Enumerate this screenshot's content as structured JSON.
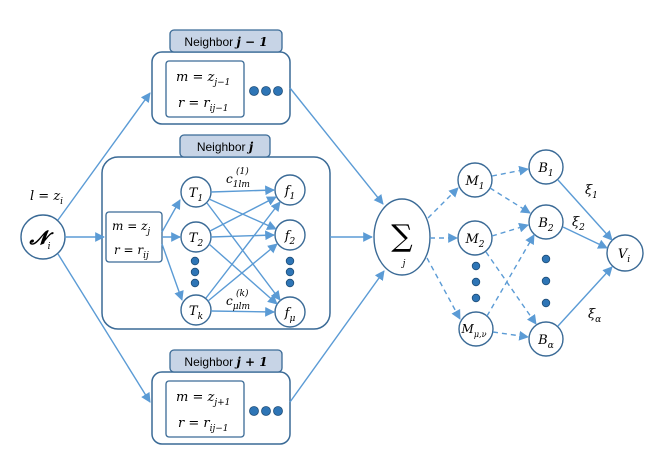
{
  "neighbors": {
    "prev": {
      "tab": "Neighbor ",
      "tab_var": "j − 1",
      "m": "m = z",
      "m_sub": "j−1",
      "r": "r = r",
      "r_sub": "ij−1"
    },
    "curr": {
      "tab": "Neighbor ",
      "tab_var": "j",
      "m": "m = z",
      "m_sub": "j",
      "r": "r = r",
      "r_sub": "ij"
    },
    "next": {
      "tab": "Neighbor ",
      "tab_var": "j + 1",
      "m": "m = z",
      "m_sub": "j+1",
      "r": "r = r",
      "r_sub": "ij−1"
    }
  },
  "input_node": {
    "symbol": "𝓝",
    "sub": "i",
    "label": "l = z",
    "label_sub": "i"
  },
  "t_nodes": [
    {
      "base": "T",
      "sub": "1"
    },
    {
      "base": "T",
      "sub": "2"
    },
    {
      "base": "T",
      "sub": "k"
    }
  ],
  "f_nodes": [
    {
      "base": "f",
      "sub": "1"
    },
    {
      "base": "f",
      "sub": "2"
    },
    {
      "base": "f",
      "sub": "μ"
    }
  ],
  "edge_labels": {
    "top": {
      "base": "c",
      "sub": "1lm",
      "sup": "(1)"
    },
    "bottom": {
      "base": "c",
      "sub": "μlm",
      "sup": "(k)"
    }
  },
  "sum_node": {
    "symbol": "∑",
    "sub": "j"
  },
  "m_nodes": [
    {
      "base": "M",
      "sub": "1"
    },
    {
      "base": "M",
      "sub": "2"
    },
    {
      "base": "M",
      "sub": "μ,ν"
    }
  ],
  "b_nodes": [
    {
      "base": "B",
      "sub": "1"
    },
    {
      "base": "B",
      "sub": "2"
    },
    {
      "base": "B",
      "sub": "α"
    }
  ],
  "xi_labels": [
    {
      "base": "ξ",
      "sub": "1"
    },
    {
      "base": "ξ",
      "sub": "2"
    },
    {
      "base": "ξ",
      "sub": "α"
    }
  ],
  "output_node": {
    "base": "V",
    "sub": "i"
  }
}
